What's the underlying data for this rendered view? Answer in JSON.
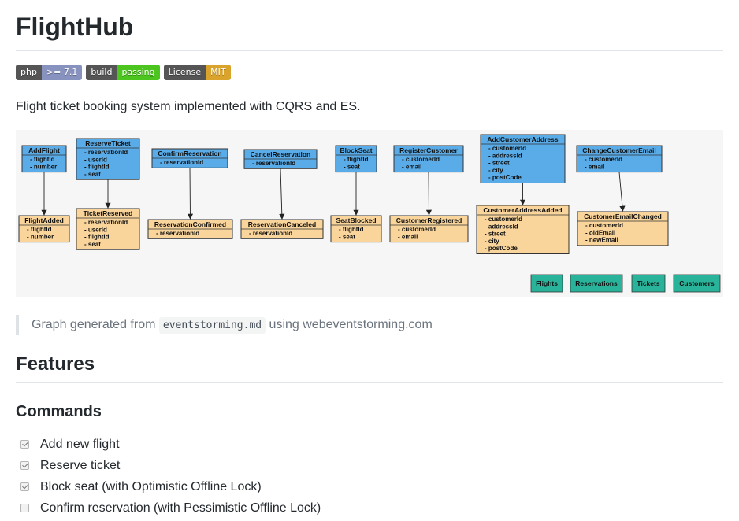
{
  "title": "FlightHub",
  "badges": [
    {
      "label": "php",
      "value": ">= 7.1",
      "color": "#8892bf"
    },
    {
      "label": "build",
      "value": "passing",
      "color": "#4dc51f"
    },
    {
      "label": "License",
      "value": "MIT",
      "color": "#d9a32c"
    }
  ],
  "description": "Flight ticket booking system implemented with CQRS and ES.",
  "diagram": {
    "command_color": "#5aace8",
    "event_color": "#f9d49b",
    "aggregate_color": "#29b39a",
    "commands": [
      {
        "name": "AddFlight",
        "fields": [
          "- flightId",
          "- number"
        ]
      },
      {
        "name": "ReserveTicket",
        "fields": [
          "- reservationId",
          "- userId",
          "- flightId",
          "- seat"
        ]
      },
      {
        "name": "ConfirmReservation",
        "fields": [
          "- reservationId"
        ]
      },
      {
        "name": "CancelReservation",
        "fields": [
          "- reservationId"
        ]
      },
      {
        "name": "BlockSeat",
        "fields": [
          "- flightId",
          "- seat"
        ]
      },
      {
        "name": "RegisterCustomer",
        "fields": [
          "- customerId",
          "- email"
        ]
      },
      {
        "name": "AddCustomerAddress",
        "fields": [
          "- customerId",
          "- addressId",
          "- street",
          "- city",
          "- postCode"
        ]
      },
      {
        "name": "ChangeCustomerEmail",
        "fields": [
          "- customerId",
          "- email"
        ]
      }
    ],
    "events": [
      {
        "name": "FlightAdded",
        "fields": [
          "- flightId",
          "- number"
        ]
      },
      {
        "name": "TicketReserved",
        "fields": [
          "- reservationId",
          "- userId",
          "- flightId",
          "- seat"
        ]
      },
      {
        "name": "ReservationConfirmed",
        "fields": [
          "- reservationId"
        ]
      },
      {
        "name": "ReservationCanceled",
        "fields": [
          "- reservationId"
        ]
      },
      {
        "name": "SeatBlocked",
        "fields": [
          "- flightId",
          "- seat"
        ]
      },
      {
        "name": "CustomerRegistered",
        "fields": [
          "- customerId",
          "- email"
        ]
      },
      {
        "name": "CustomerAddressAdded",
        "fields": [
          "- customerId",
          "- addressId",
          "- street",
          "- city",
          "- postCode"
        ]
      },
      {
        "name": "CustomerEmailChanged",
        "fields": [
          "- customerId",
          "- oldEmail",
          "- newEmail"
        ]
      }
    ],
    "aggregates": [
      "Flights",
      "Reservations",
      "Tickets",
      "Customers"
    ]
  },
  "quote": {
    "before": "Graph generated from ",
    "code": "eventstorming.md",
    "after": " using webeventstorming.com"
  },
  "features_heading": "Features",
  "commands_heading": "Commands",
  "tasks": [
    {
      "label": "Add new flight",
      "checked": true
    },
    {
      "label": "Reserve ticket",
      "checked": true
    },
    {
      "label": "Block seat (with Optimistic Offline Lock)",
      "checked": true
    },
    {
      "label": "Confirm reservation (with Pessimistic Offline Lock)",
      "checked": false
    }
  ]
}
